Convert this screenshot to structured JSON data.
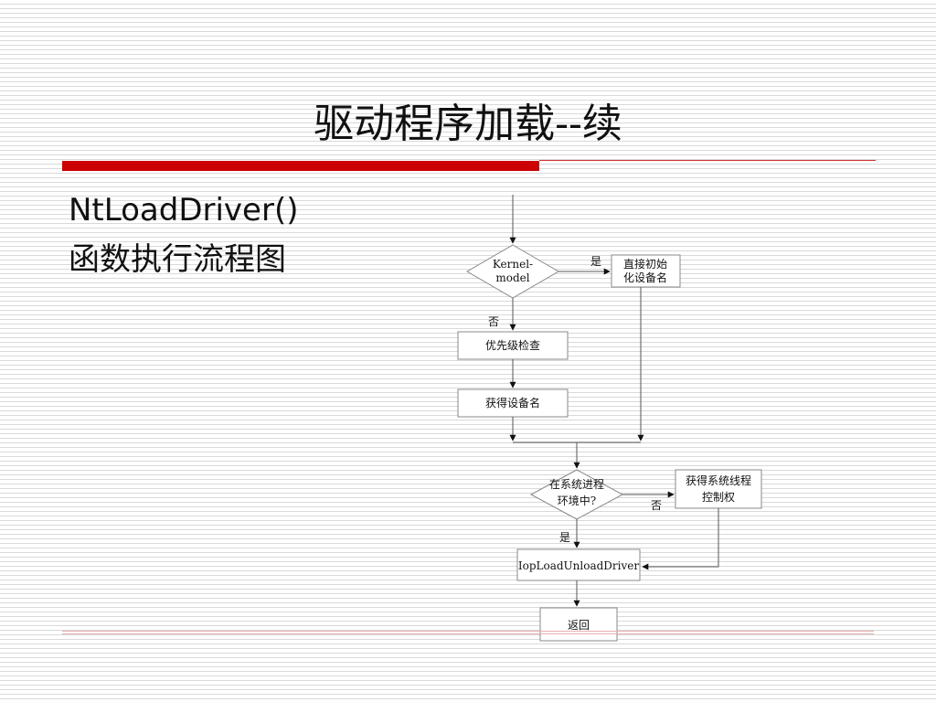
{
  "slide": {
    "title": "驱动程序加载--续",
    "body_line1": "NtLoadDriver()",
    "body_line2": "函数执行流程图"
  },
  "flowchart": {
    "nodes": {
      "kernel_model_line1": "Kernel-",
      "kernel_model_line2": "model",
      "direct_init_line1": "直接初始",
      "direct_init_line2": "化设备名",
      "priority_check": "优先级检查",
      "get_device_name": "获得设备名",
      "in_system_process_line1": "在系统进程",
      "in_system_process_line2": "环境中?",
      "get_system_thread_line1": "获得系统线程",
      "get_system_thread_line2": "控制权",
      "iop_unload": "IopLoadUnloadDriver",
      "return": "返回"
    },
    "edge_labels": {
      "kernel_yes": "是",
      "kernel_no": "否",
      "system_yes": "是",
      "system_no": "否"
    }
  }
}
